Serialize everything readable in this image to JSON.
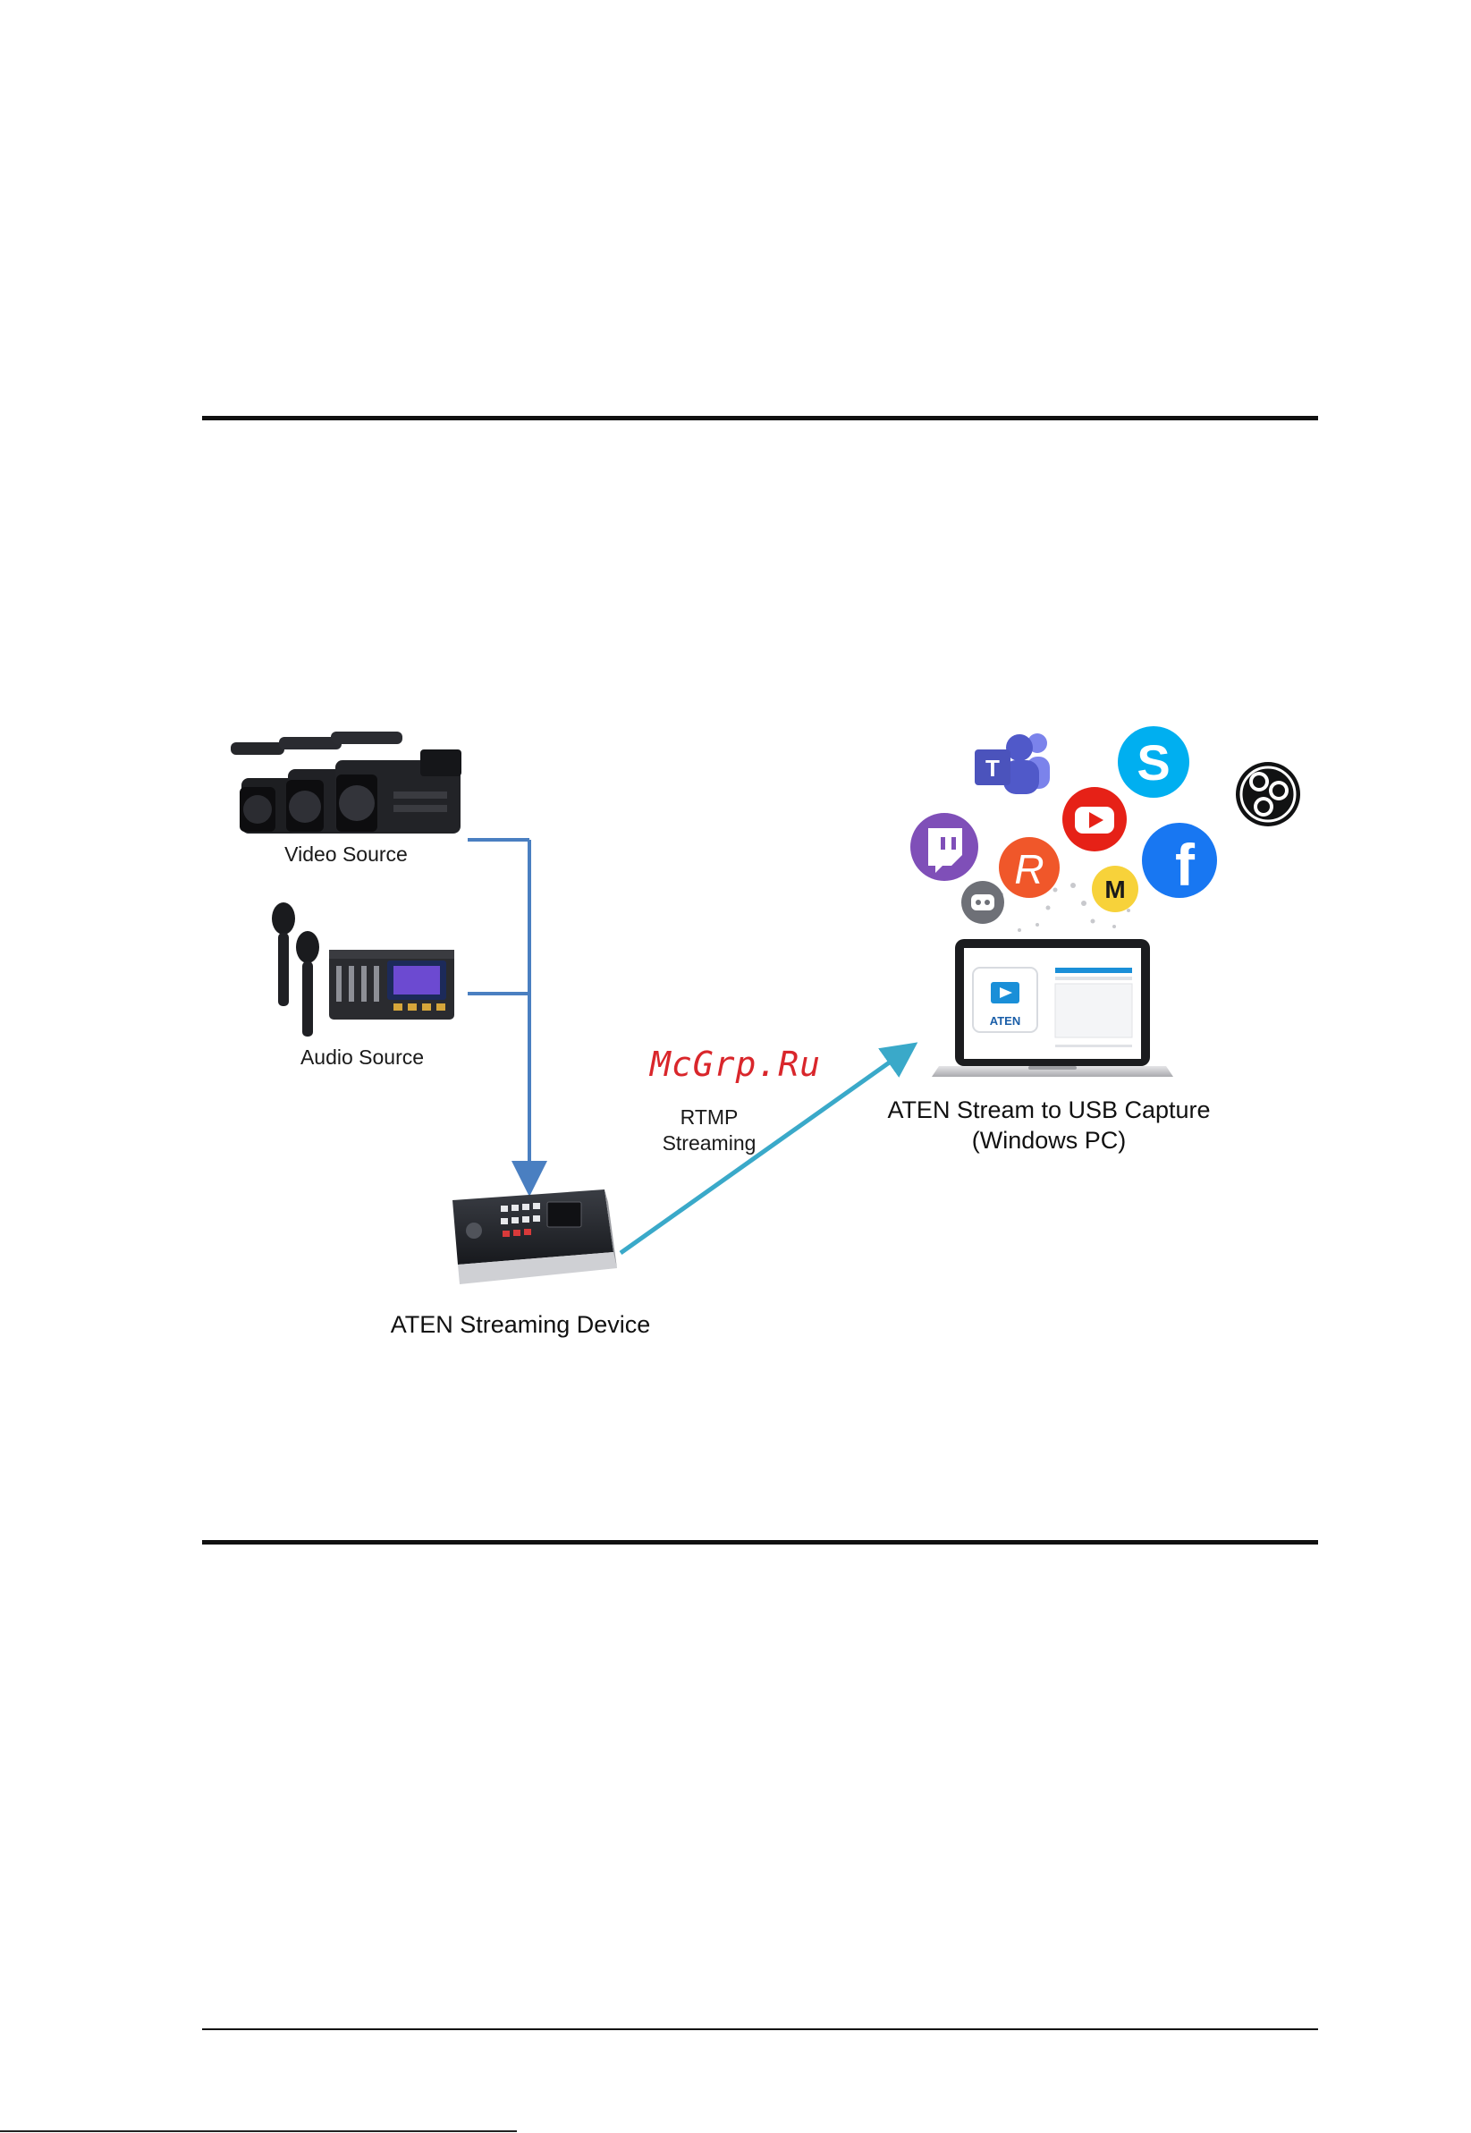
{
  "diagram": {
    "video_source_label": "Video Source",
    "audio_source_label": "Audio Source",
    "streaming_device_label": "ATEN Streaming Device",
    "rtmp_line1": "RTMP",
    "rtmp_line2": "Streaming",
    "capture_label_line1": "ATEN Stream to USB Capture",
    "capture_label_line2": "(Windows PC)",
    "laptop_logo_text": "ATEN"
  },
  "watermark": "McGrp.Ru",
  "icons": [
    "teams-icon",
    "skype-icon",
    "obs-icon",
    "twitch-icon",
    "restream-icon",
    "youtube-icon",
    "facebook-icon",
    "streamlabs-icon",
    "m-app-icon"
  ],
  "colors": {
    "connector_blue": "#4a7fc1",
    "rtmp_arrow": "#3aa9c9",
    "watermark_red": "#d9262b",
    "twitch": "#7f4fb8",
    "youtube": "#e62117",
    "facebook": "#1877f2",
    "skype": "#00aff0",
    "teams": "#5059c9",
    "restream": "#f0572a"
  }
}
